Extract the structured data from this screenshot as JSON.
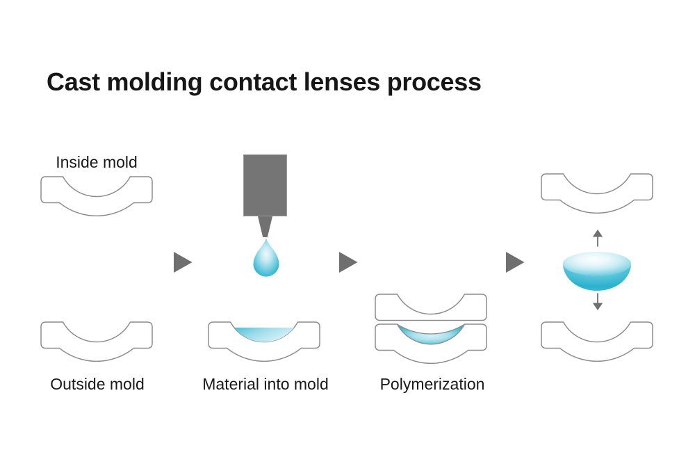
{
  "title": "Cast molding contact lenses process",
  "labels": {
    "inside_mold": "Inside mold",
    "outside_mold": "Outside mold",
    "material_into_mold": "Material into mold",
    "polymerization": "Polymerization"
  },
  "colors": {
    "text": "#161616",
    "mold_outline": "#8c8c8c",
    "dispenser_gray": "#757575",
    "arrow_gray": "#6f6f6f",
    "material_teal": "#2fb4d0",
    "material_light": "#d9f1f7",
    "background": "#ffffff"
  },
  "icons": {
    "step_arrow": "right-triangle-icon",
    "separation": "up-down-arrows-icon"
  }
}
